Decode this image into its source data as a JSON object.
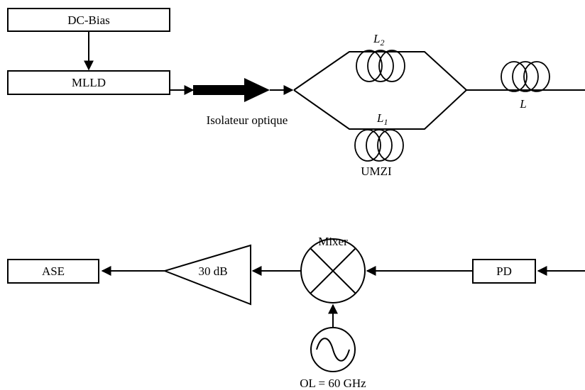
{
  "diagram": {
    "blocks": {
      "dc_bias": "DC-Bias",
      "mlld": "MLLD",
      "ase": "ASE",
      "amplifier": "30 dB",
      "pd": "PD"
    },
    "labels": {
      "isolator": "Isolateur optique",
      "umzi": "UMZI",
      "mixer": "Mixer",
      "lo": "OL = 60 GHz",
      "fiber_upper": "L",
      "fiber_upper_sub": "2",
      "fiber_lower": "L",
      "fiber_lower_sub": "1",
      "fiber_out": "L"
    },
    "connections": [
      [
        "DC-Bias",
        "MLLD"
      ],
      [
        "MLLD",
        "Isolateur optique"
      ],
      [
        "Isolateur optique",
        "UMZI"
      ],
      [
        "UMZI",
        "L"
      ],
      [
        "PD",
        "Mixer"
      ],
      [
        "OL = 60 GHz",
        "Mixer"
      ],
      [
        "Mixer",
        "30 dB"
      ],
      [
        "30 dB",
        "ASE"
      ]
    ]
  }
}
